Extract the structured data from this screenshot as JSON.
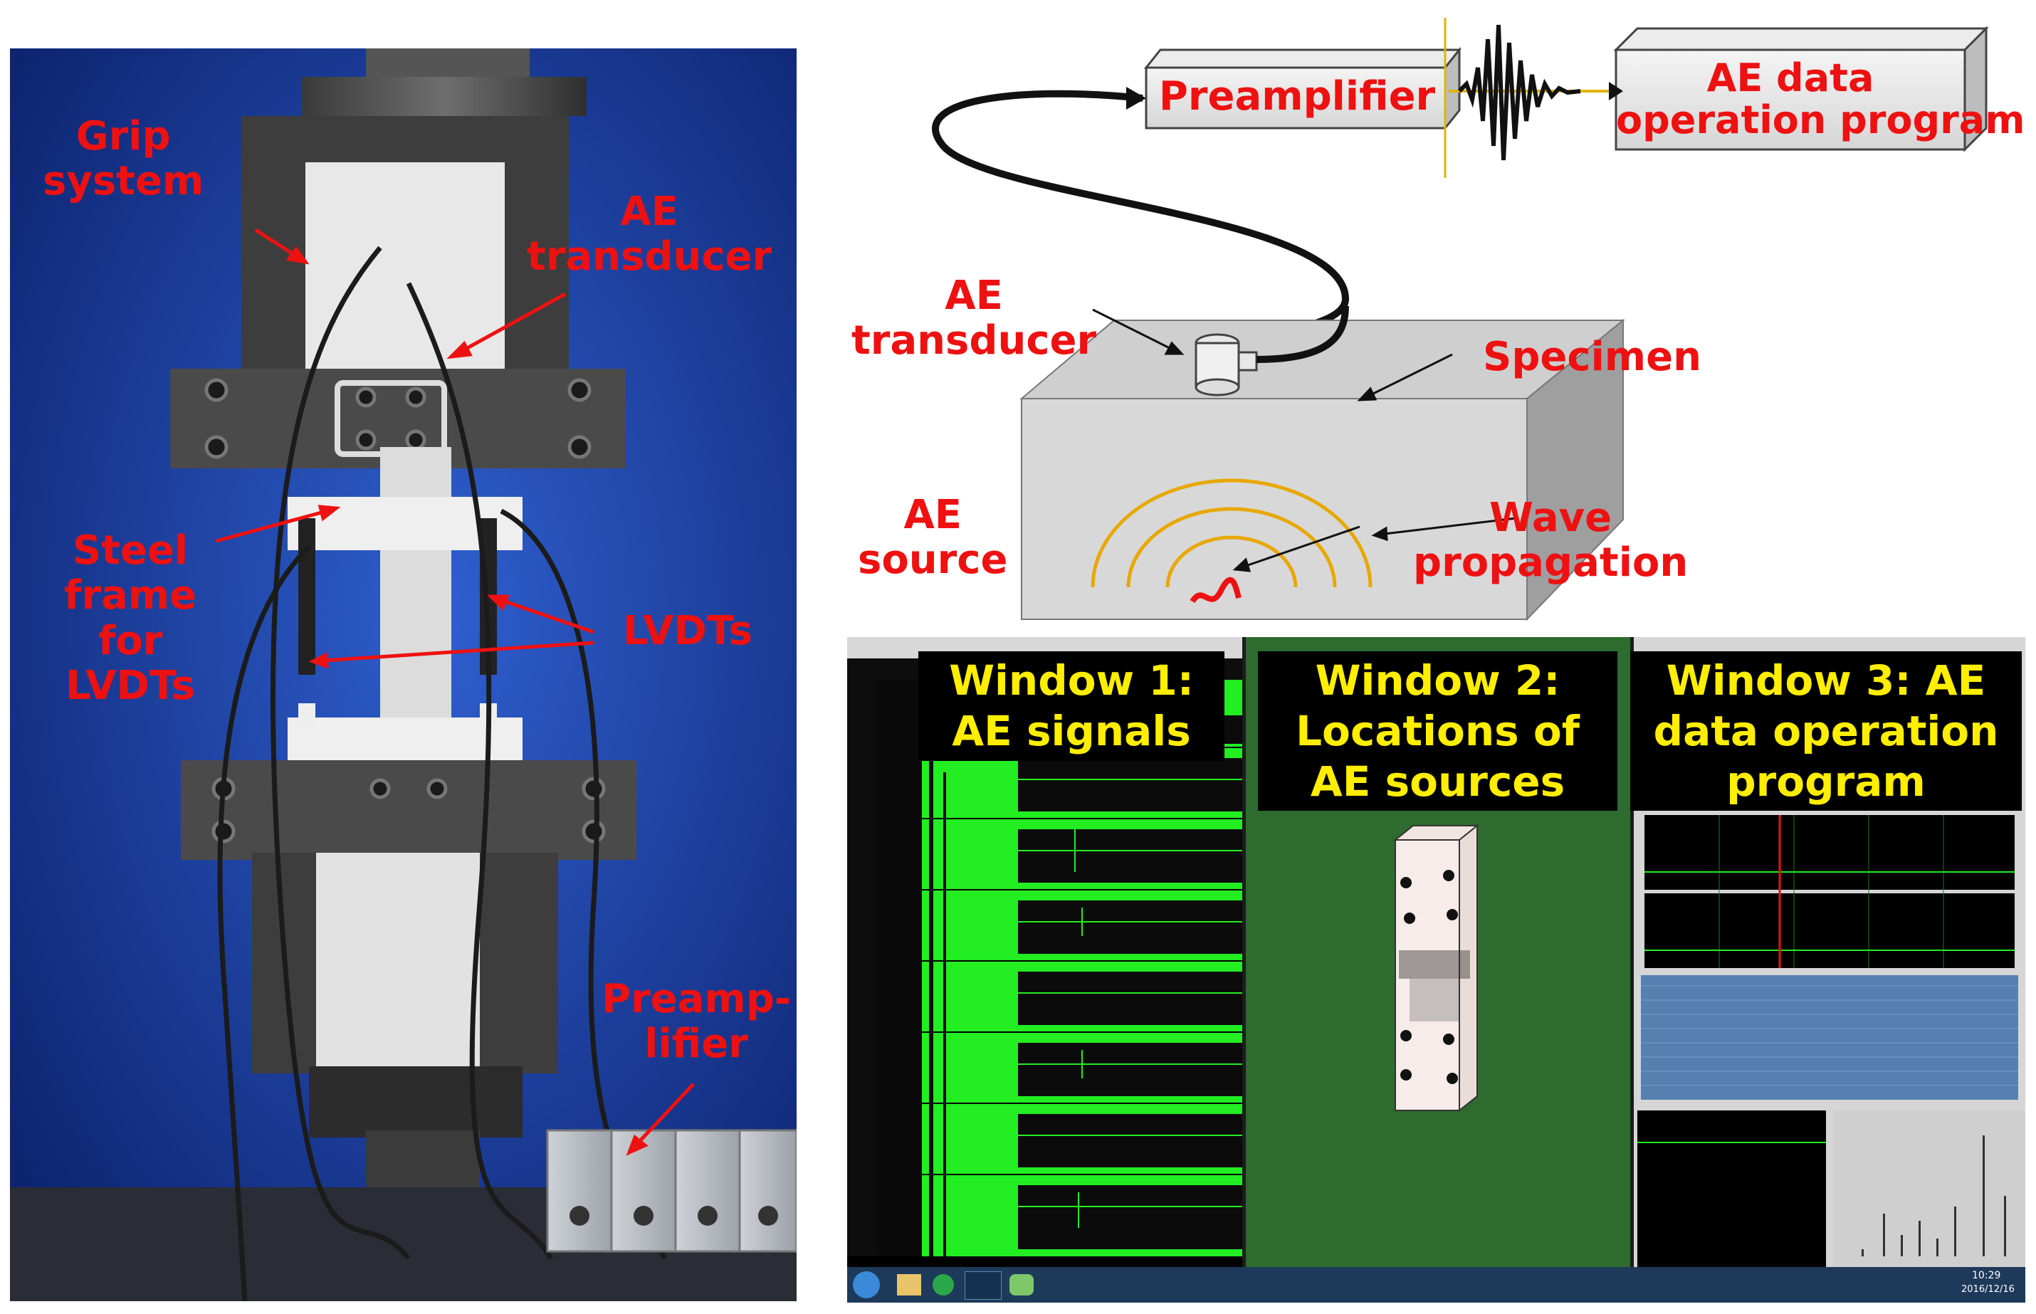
{
  "photo_labels": {
    "grip": "Grip\nsystem",
    "ae_transducer": "AE\ntransducer",
    "steel_frame": "Steel\nframe\nfor\nLVDTs",
    "lvdts": "LVDTs",
    "preamp": "Preamp-\nlifier"
  },
  "schematic": {
    "preamplifier": "Preamplifier",
    "ae_program": "AE data\noperation program",
    "ae_transducer": "AE\ntransducer",
    "specimen": "Specimen",
    "ae_source": "AE\nsource",
    "wave": "Wave\npropagation"
  },
  "windows": {
    "w1": "Window 1:\nAE signals",
    "w2": "Window 2:\nLocations of\nAE sources",
    "w3": "Window 3: AE\ndata operation\nprogram"
  },
  "clock": {
    "time": "10:29",
    "date": "2016/12/16"
  },
  "colors": {
    "label_red": "#ee1111",
    "window_yellow": "#ffee00",
    "signal_green": "#22ee22",
    "dark_green": "#2e6b2e",
    "photo_blue": "#1a3fa0",
    "table_blue": "#5580b0"
  }
}
